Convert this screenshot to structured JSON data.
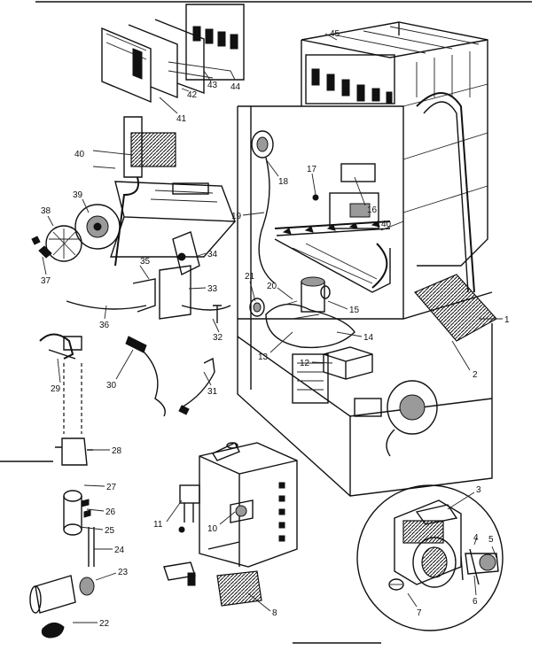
{
  "callouts": [
    {
      "id": "c1",
      "text": "1"
    },
    {
      "id": "c2",
      "text": "2"
    },
    {
      "id": "c3",
      "text": "3"
    },
    {
      "id": "c4",
      "text": "4"
    },
    {
      "id": "c5",
      "text": "5"
    },
    {
      "id": "c6",
      "text": "6"
    },
    {
      "id": "c7",
      "text": "7"
    },
    {
      "id": "c8",
      "text": "8"
    },
    {
      "id": "c10",
      "text": "10"
    },
    {
      "id": "c11",
      "text": "11"
    },
    {
      "id": "c12",
      "text": "12"
    },
    {
      "id": "c13",
      "text": "13"
    },
    {
      "id": "c14",
      "text": "14"
    },
    {
      "id": "c15",
      "text": "15"
    },
    {
      "id": "c16",
      "text": "16"
    },
    {
      "id": "c17",
      "text": "17"
    },
    {
      "id": "c18",
      "text": "18"
    },
    {
      "id": "c19",
      "text": "19"
    },
    {
      "id": "c20",
      "text": "20"
    },
    {
      "id": "c21",
      "text": "21"
    },
    {
      "id": "c22",
      "text": "22"
    },
    {
      "id": "c23",
      "text": "23"
    },
    {
      "id": "c24",
      "text": "24"
    },
    {
      "id": "c25",
      "text": "25"
    },
    {
      "id": "c26",
      "text": "26"
    },
    {
      "id": "c27",
      "text": "27"
    },
    {
      "id": "c28",
      "text": "28"
    },
    {
      "id": "c29",
      "text": "29"
    },
    {
      "id": "c30",
      "text": "30"
    },
    {
      "id": "c31",
      "text": "31"
    },
    {
      "id": "c32",
      "text": "32"
    },
    {
      "id": "c33",
      "text": "33"
    },
    {
      "id": "c34",
      "text": "34"
    },
    {
      "id": "c35",
      "text": "35"
    },
    {
      "id": "c36",
      "text": "36"
    },
    {
      "id": "c37",
      "text": "37"
    },
    {
      "id": "c38",
      "text": "38"
    },
    {
      "id": "c39",
      "text": "39"
    },
    {
      "id": "c40a",
      "text": "40"
    },
    {
      "id": "c40b",
      "text": "40"
    },
    {
      "id": "c41",
      "text": "41"
    },
    {
      "id": "c42",
      "text": "42"
    },
    {
      "id": "c43",
      "text": "43"
    },
    {
      "id": "c44",
      "text": "44"
    },
    {
      "id": "c45",
      "text": "45"
    }
  ]
}
